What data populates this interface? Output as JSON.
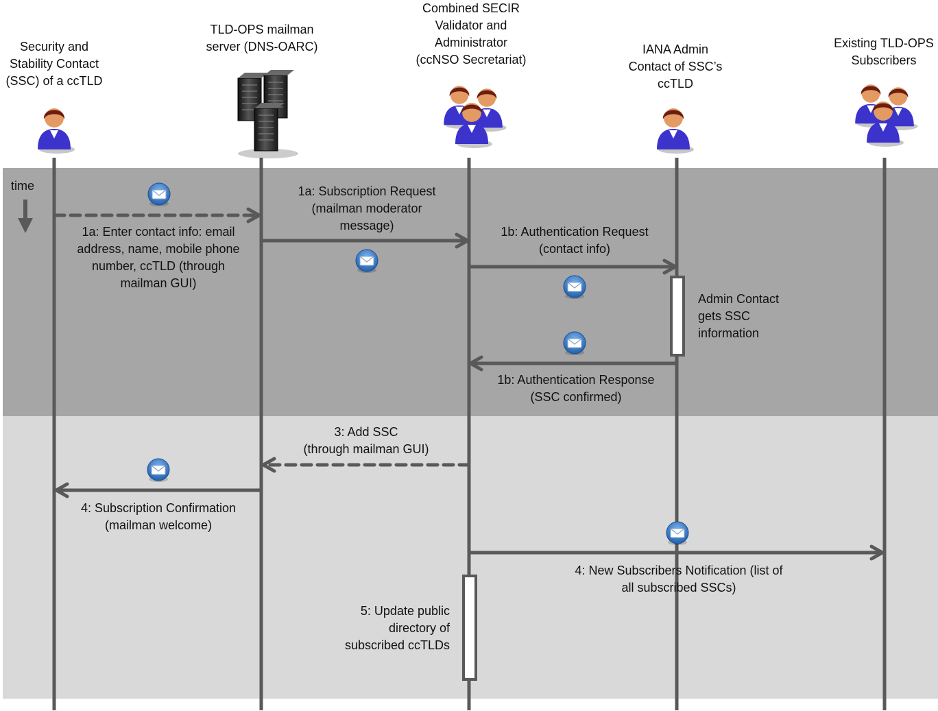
{
  "colors": {
    "band_dark": "#a6a6a6",
    "band_light": "#d9d9d9",
    "line": "#595959",
    "person_shirt": "#3b33cc",
    "person_skin": "#e39a63",
    "person_hair": "#6b1d0f",
    "mail_icon": "#2f77c9"
  },
  "participants": [
    {
      "id": "ssc",
      "label": "Security and\nStability Contact\n(SSC) of a ccTLD",
      "icon": "person-icon"
    },
    {
      "id": "mailman",
      "label": "TLD-OPS mailman\nserver (DNS-OARC)",
      "icon": "server-icon"
    },
    {
      "id": "secretariat",
      "label": "Combined SECIR\nValidator and\nAdministrator\n(ccNSO Secretariat)",
      "icon": "people-group-icon"
    },
    {
      "id": "iana",
      "label": "IANA Admin\nContact of SSC’s\nccTLD",
      "icon": "person-icon"
    },
    {
      "id": "subscribers",
      "label": "Existing TLD-OPS\nSubscribers",
      "icon": "people-group-icon"
    }
  ],
  "time_label": "time",
  "messages": [
    {
      "id": "m1",
      "label": "1a: Enter contact info: email\naddress, name, mobile phone\nnumber, ccTLD (through\nmailman GUI)",
      "style": "dashed"
    },
    {
      "id": "m2",
      "label": "1a: Subscription Request\n(mailman moderator\nmessage)",
      "style": "solid"
    },
    {
      "id": "m3",
      "label": "1b: Authentication Request\n(contact info)",
      "style": "solid"
    },
    {
      "id": "m4",
      "label": "1b: Authentication Response\n(SSC confirmed)",
      "style": "solid"
    },
    {
      "id": "m5",
      "label": "3: Add SSC\n(through mailman GUI)",
      "style": "dashed"
    },
    {
      "id": "m6",
      "label": "4: Subscription Confirmation\n(mailman welcome)",
      "style": "solid"
    },
    {
      "id": "m7",
      "label": "4: New Subscribers Notification (list of\nall subscribed SSCs)",
      "style": "solid"
    }
  ],
  "notes": [
    {
      "id": "n1",
      "label": "Admin Contact\ngets SSC\ninformation"
    },
    {
      "id": "n2",
      "label": "5: Update public\ndirectory of\nsubscribed ccTLDs"
    }
  ]
}
